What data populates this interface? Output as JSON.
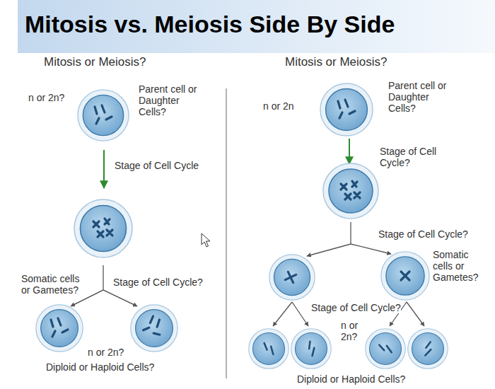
{
  "diagram": {
    "title": "Mitosis vs. Meiosis Side By Side",
    "labels": [
      "Mitosis or Meiosis?",
      "n or 2n?",
      "Parent cell or Daughter Cells?",
      "Stage of Cell Cycle",
      "Somatic cells or Gametes?",
      "Stage of Cell Cycle?",
      "n or 2n?",
      "Diploid or Haploid Cells?",
      "Mitosis or Meiosis?",
      "n or 2n",
      "Parent cell or Daughter Cells?",
      "Stage of Cell Cycle?",
      "Stage of Cell Cycle?",
      "Somatic cells or Gametes?",
      "Stage of Cell Cycle?",
      "n or 2n?",
      "Diploid or Haploid Cells?"
    ]
  }
}
